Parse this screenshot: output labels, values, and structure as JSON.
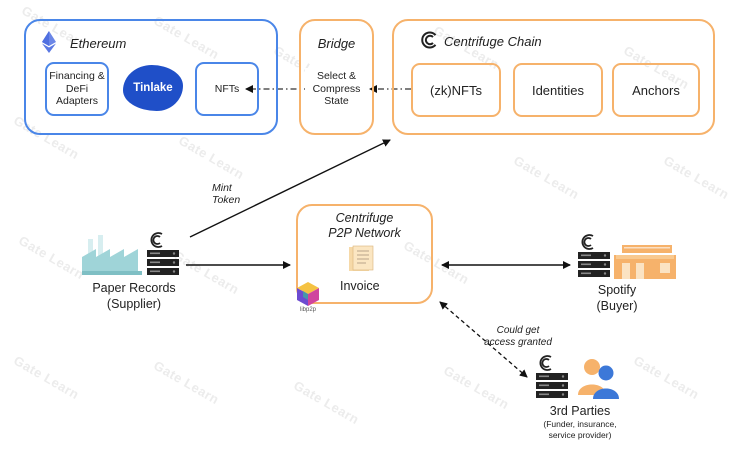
{
  "ethereum": {
    "title": "Ethereum",
    "financing_label": "Financing & DeFi Adapters",
    "tinlake_label": "Tinlake",
    "nfts_label": "NFTs"
  },
  "bridge": {
    "title": "Bridge",
    "body": "Select & Compress State"
  },
  "centrifuge_chain": {
    "title": "Centrifuge Chain",
    "items": [
      "(zk)NFTs",
      "Identities",
      "Anchors"
    ]
  },
  "p2p": {
    "title_line1": "Centrifuge",
    "title_line2": "P2P Network",
    "invoice_label": "Invoice",
    "libp2p_label": "libp2p"
  },
  "arrows": {
    "mint_token_line1": "Mint",
    "mint_token_line2": "Token",
    "could_get_line1": "Could get",
    "could_get_line2": "access granted"
  },
  "supplier": {
    "line1": "Paper Records",
    "line2": "(Supplier)"
  },
  "buyer": {
    "line1": "Spotify",
    "line2": "(Buyer)"
  },
  "third_parties": {
    "title": "3rd Parties",
    "line1": "(Funder, insurance,",
    "line2": "service provider)"
  },
  "watermark": "Gate Learn",
  "colors": {
    "ethereum_blue": "#4a86e8",
    "centrifuge_orange": "#f6b26b",
    "tinlake_blue": "#1f4fc8",
    "supplier_teal": "#9fd4d8",
    "buyer_orange": "#f6b26b"
  }
}
